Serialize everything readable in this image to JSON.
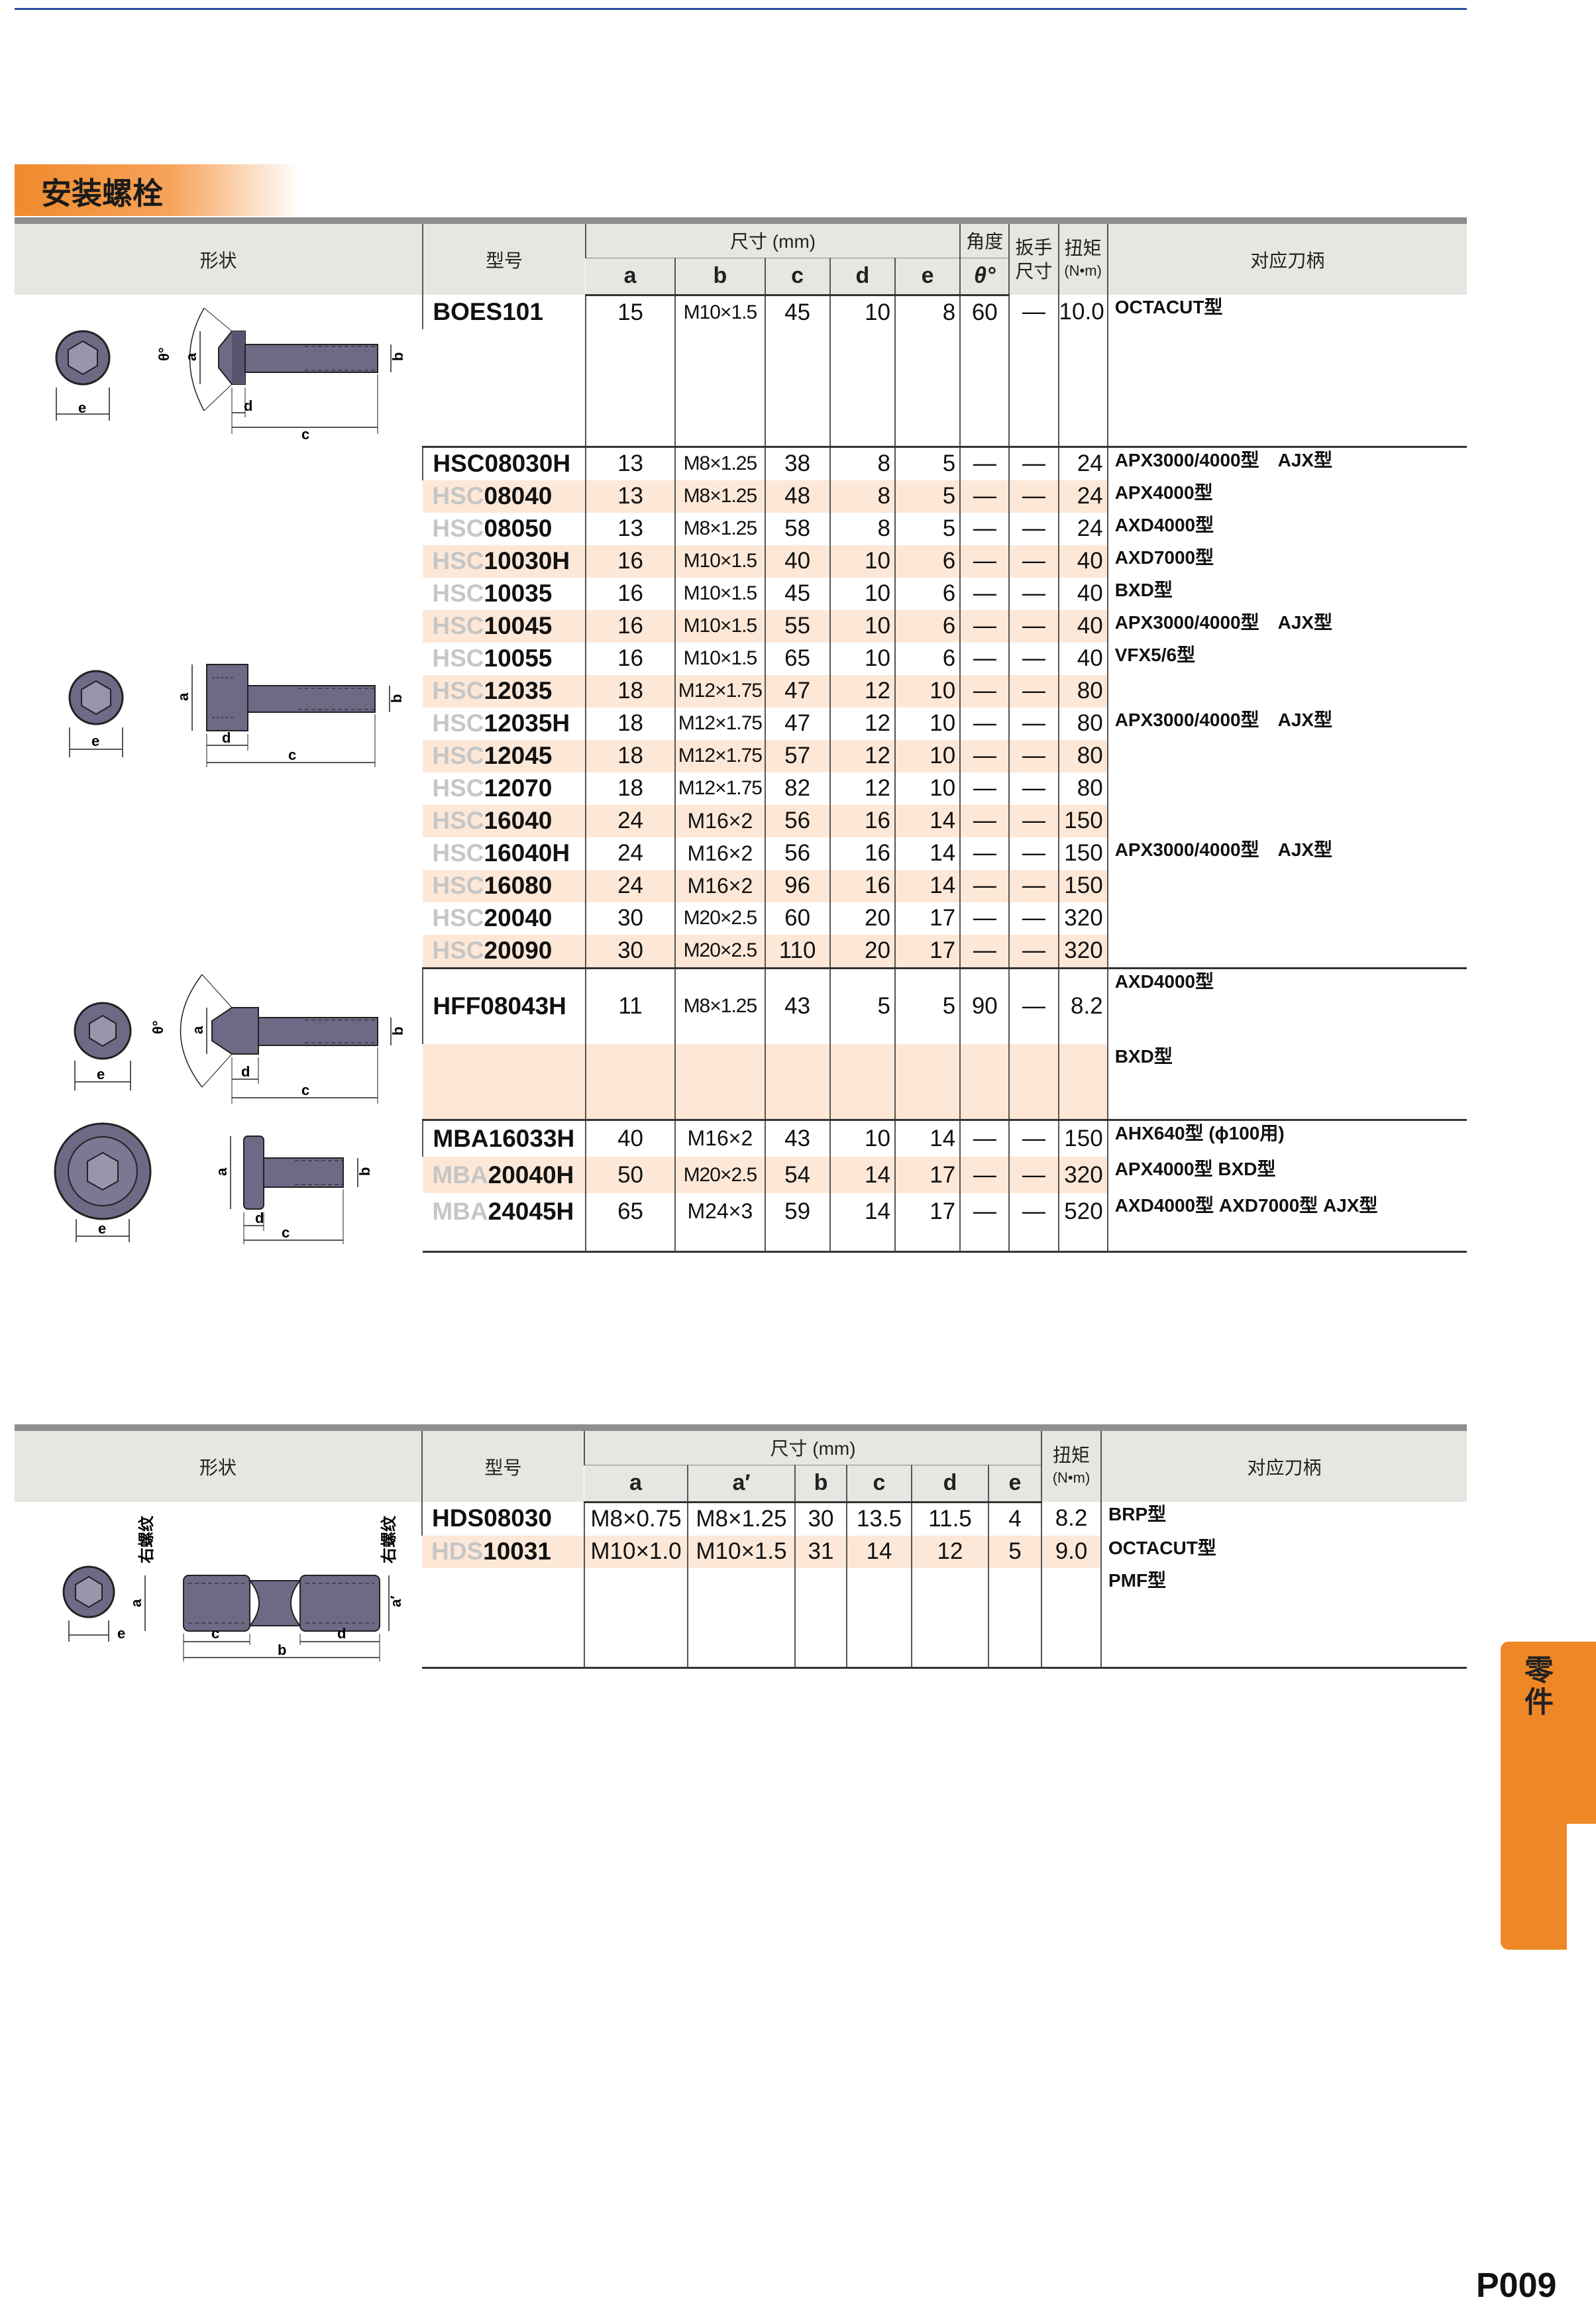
{
  "section_title": "安装螺栓",
  "table1": {
    "headers": {
      "shape": "形状",
      "model": "型号",
      "dims": "尺寸 (mm)",
      "a": "a",
      "b": "b",
      "c": "c",
      "d": "d",
      "e": "e",
      "angle": "角度",
      "theta": "θ°",
      "wrench": "扳手尺寸",
      "torque": "扭矩",
      "torque_unit": "(N•m)",
      "holder": "对应刀柄"
    },
    "groups": [
      {
        "rows": [
          {
            "prefix": "",
            "model": "BOES101",
            "a": "15",
            "b": "M10×1.5",
            "c": "45",
            "d": "10",
            "e": "8",
            "theta": "60",
            "wrench": "—",
            "torque": "10.0",
            "holder": "OCTACUT型"
          }
        ]
      },
      {
        "rows": [
          {
            "prefix": "",
            "model": "HSC08030H",
            "a": "13",
            "b": "M8×1.25",
            "c": "38",
            "d": "8",
            "e": "5",
            "theta": "—",
            "wrench": "—",
            "torque": "24",
            "holder": "APX3000/4000型　AJX型"
          },
          {
            "prefix": "HSC",
            "model": "08040",
            "a": "13",
            "b": "M8×1.25",
            "c": "48",
            "d": "8",
            "e": "5",
            "theta": "—",
            "wrench": "—",
            "torque": "24",
            "holder": "APX4000型"
          },
          {
            "prefix": "HSC",
            "model": "08050",
            "a": "13",
            "b": "M8×1.25",
            "c": "58",
            "d": "8",
            "e": "5",
            "theta": "—",
            "wrench": "—",
            "torque": "24",
            "holder": "AXD4000型"
          },
          {
            "prefix": "HSC",
            "model": "10030H",
            "a": "16",
            "b": "M10×1.5",
            "c": "40",
            "d": "10",
            "e": "6",
            "theta": "—",
            "wrench": "—",
            "torque": "40",
            "holder": "AXD7000型"
          },
          {
            "prefix": "HSC",
            "model": "10035",
            "a": "16",
            "b": "M10×1.5",
            "c": "45",
            "d": "10",
            "e": "6",
            "theta": "—",
            "wrench": "—",
            "torque": "40",
            "holder": "BXD型"
          },
          {
            "prefix": "HSC",
            "model": "10045",
            "a": "16",
            "b": "M10×1.5",
            "c": "55",
            "d": "10",
            "e": "6",
            "theta": "—",
            "wrench": "—",
            "torque": "40",
            "holder": "APX3000/4000型　AJX型"
          },
          {
            "prefix": "HSC",
            "model": "10055",
            "a": "16",
            "b": "M10×1.5",
            "c": "65",
            "d": "10",
            "e": "6",
            "theta": "—",
            "wrench": "—",
            "torque": "40",
            "holder": "VFX5/6型"
          },
          {
            "prefix": "HSC",
            "model": "12035",
            "a": "18",
            "b": "M12×1.75",
            "c": "47",
            "d": "12",
            "e": "10",
            "theta": "—",
            "wrench": "—",
            "torque": "80",
            "holder": ""
          },
          {
            "prefix": "HSC",
            "model": "12035H",
            "a": "18",
            "b": "M12×1.75",
            "c": "47",
            "d": "12",
            "e": "10",
            "theta": "—",
            "wrench": "—",
            "torque": "80",
            "holder": "APX3000/4000型　AJX型"
          },
          {
            "prefix": "HSC",
            "model": "12045",
            "a": "18",
            "b": "M12×1.75",
            "c": "57",
            "d": "12",
            "e": "10",
            "theta": "—",
            "wrench": "—",
            "torque": "80",
            "holder": ""
          },
          {
            "prefix": "HSC",
            "model": "12070",
            "a": "18",
            "b": "M12×1.75",
            "c": "82",
            "d": "12",
            "e": "10",
            "theta": "—",
            "wrench": "—",
            "torque": "80",
            "holder": ""
          },
          {
            "prefix": "HSC",
            "model": "16040",
            "a": "24",
            "b": "M16×2",
            "c": "56",
            "d": "16",
            "e": "14",
            "theta": "—",
            "wrench": "—",
            "torque": "150",
            "holder": ""
          },
          {
            "prefix": "HSC",
            "model": "16040H",
            "a": "24",
            "b": "M16×2",
            "c": "56",
            "d": "16",
            "e": "14",
            "theta": "—",
            "wrench": "—",
            "torque": "150",
            "holder": "APX3000/4000型　AJX型"
          },
          {
            "prefix": "HSC",
            "model": "16080",
            "a": "24",
            "b": "M16×2",
            "c": "96",
            "d": "16",
            "e": "14",
            "theta": "—",
            "wrench": "—",
            "torque": "150",
            "holder": ""
          },
          {
            "prefix": "HSC",
            "model": "20040",
            "a": "30",
            "b": "M20×2.5",
            "c": "60",
            "d": "20",
            "e": "17",
            "theta": "—",
            "wrench": "—",
            "torque": "320",
            "holder": ""
          },
          {
            "prefix": "HSC",
            "model": "20090",
            "a": "30",
            "b": "M20×2.5",
            "c": "110",
            "d": "20",
            "e": "17",
            "theta": "—",
            "wrench": "—",
            "torque": "320",
            "holder": ""
          }
        ]
      },
      {
        "rows": [
          {
            "prefix": "",
            "model": "HFF08043H",
            "a": "11",
            "b": "M8×1.25",
            "c": "43",
            "d": "5",
            "e": "5",
            "theta": "90",
            "wrench": "—",
            "torque": "8.2",
            "holder": "AXD4000型"
          },
          {
            "prefix": "",
            "model": "",
            "a": "",
            "b": "",
            "c": "",
            "d": "",
            "e": "",
            "theta": "",
            "wrench": "",
            "torque": "",
            "holder": "BXD型"
          }
        ]
      },
      {
        "rows": [
          {
            "prefix": "",
            "model": "MBA16033H",
            "a": "40",
            "b": "M16×2",
            "c": "43",
            "d": "10",
            "e": "14",
            "theta": "—",
            "wrench": "—",
            "torque": "150",
            "holder": "AHX640型 (ϕ100用)"
          },
          {
            "prefix": "MBA",
            "model": "20040H",
            "a": "50",
            "b": "M20×2.5",
            "c": "54",
            "d": "14",
            "e": "17",
            "theta": "—",
            "wrench": "—",
            "torque": "320",
            "holder": "APX4000型 BXD型"
          },
          {
            "prefix": "MBA",
            "model": "24045H",
            "a": "65",
            "b": "M24×3",
            "c": "59",
            "d": "14",
            "e": "17",
            "theta": "—",
            "wrench": "—",
            "torque": "520",
            "holder": "AXD4000型 AXD7000型 AJX型"
          }
        ]
      }
    ]
  },
  "table2": {
    "headers": {
      "shape": "形状",
      "model": "型号",
      "dims": "尺寸 (mm)",
      "a": "a",
      "a2": "a′",
      "b": "b",
      "c": "c",
      "d": "d",
      "e": "e",
      "torque": "扭矩",
      "torque_unit": "(N•m)",
      "holder": "对应刀柄"
    },
    "rows": [
      {
        "prefix": "",
        "model": "HDS08030",
        "a": "M8×0.75",
        "a2": "M8×1.25",
        "b": "30",
        "c": "13.5",
        "d": "11.5",
        "e": "4",
        "torque": "8.2",
        "holder": "BRP型"
      },
      {
        "prefix": "HDS",
        "model": "10031",
        "a": "M10×1.0",
        "a2": "M10×1.5",
        "b": "31",
        "c": "14",
        "d": "12",
        "e": "5",
        "torque": "9.0",
        "holder": "OCTACUT型"
      },
      {
        "prefix": "",
        "model": "",
        "a": "",
        "a2": "",
        "b": "",
        "c": "",
        "d": "",
        "e": "",
        "torque": "",
        "holder": "PMF型"
      }
    ]
  },
  "drawing_labels": {
    "a": "a",
    "a2": "a′",
    "b": "b",
    "c": "c",
    "d": "d",
    "e": "e",
    "theta": "θ°",
    "right_thread": "右螺纹"
  },
  "side_tab": "零件",
  "page_number": "P009",
  "colors": {
    "accent": "#ef8726",
    "row_alt": "#fde8d8",
    "header_bg": "#e8e6e2",
    "top_line": "#2a4ea0"
  }
}
